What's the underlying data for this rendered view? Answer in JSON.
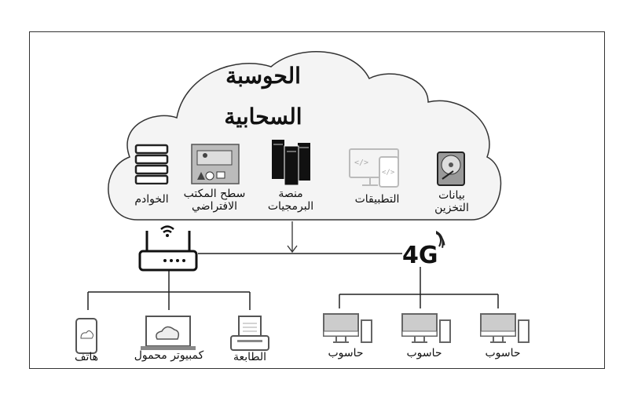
{
  "cloud": {
    "title_line1": "الحوسبة",
    "title_line2": "السحابية",
    "services": [
      {
        "label": "الخوادم",
        "icon": "server-rack-icon"
      },
      {
        "label1": "سطح المكتب",
        "label2": "الافتراضي",
        "icon": "virtual-desktop-icon"
      },
      {
        "label1": "منصة",
        "label2": "البرمجيات",
        "icon": "platform-servers-icon"
      },
      {
        "label": "التطبيقات",
        "icon": "code-devices-icon"
      },
      {
        "label1": "بيانات",
        "label2": "التخزين",
        "icon": "hard-drive-icon"
      }
    ]
  },
  "network": {
    "mobile_label": "4G"
  },
  "devices": {
    "phone": "هاتف",
    "laptop": "كمبيوتر محمول",
    "printer": "الطابعة",
    "computers": [
      "حاسوب",
      "حاسوب",
      "حاسوب"
    ]
  },
  "colors": {
    "line": "#222",
    "cloud_fill": "#f4f4f4",
    "icon_gray": "#bdbdbd"
  }
}
